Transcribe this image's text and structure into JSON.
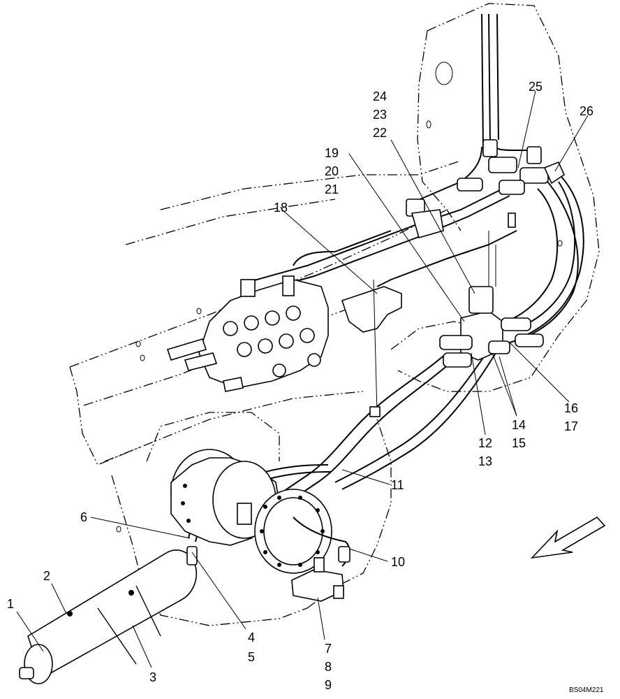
{
  "diagram": {
    "code": "BS04M221",
    "callouts": {
      "c1": "1",
      "c2": "2",
      "c3": "3",
      "c4": "4",
      "c5": "5",
      "c6": "6",
      "c7": "7",
      "c8": "8",
      "c9": "9",
      "c10": "10",
      "c11": "11",
      "c12": "12",
      "c13": "13",
      "c14": "14",
      "c15": "15",
      "c16": "16",
      "c17": "17",
      "c18": "18",
      "c19": "19",
      "c20": "20",
      "c21": "21",
      "c22": "22",
      "c23": "23",
      "c24": "24",
      "c25": "25",
      "c26": "26"
    }
  }
}
